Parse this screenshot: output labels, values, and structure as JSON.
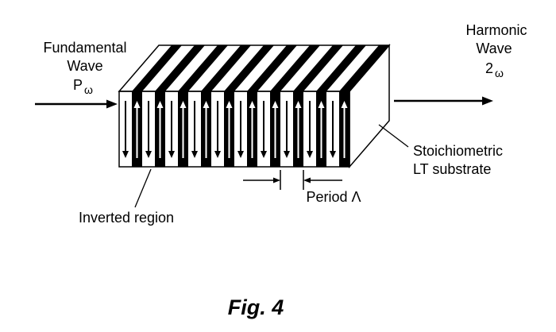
{
  "figure": {
    "caption": "Fig. 4"
  },
  "labels": {
    "fundamental": {
      "line1": "Fundamental",
      "line2": "Wave",
      "symbol": "P",
      "symbol_sub": "ω"
    },
    "harmonic": {
      "line1": "Harmonic",
      "line2": "Wave",
      "symbol": "2",
      "symbol_sub": "ω"
    },
    "substrate": {
      "line1": "Stoichiometric",
      "line2": "LT substrate"
    },
    "inverted_region": "Inverted region",
    "period": "Period Λ"
  },
  "diagram": {
    "inverted_region_count": 10,
    "colors": {
      "stripe": "#000000",
      "background": "#ffffff",
      "line": "#000000"
    }
  }
}
